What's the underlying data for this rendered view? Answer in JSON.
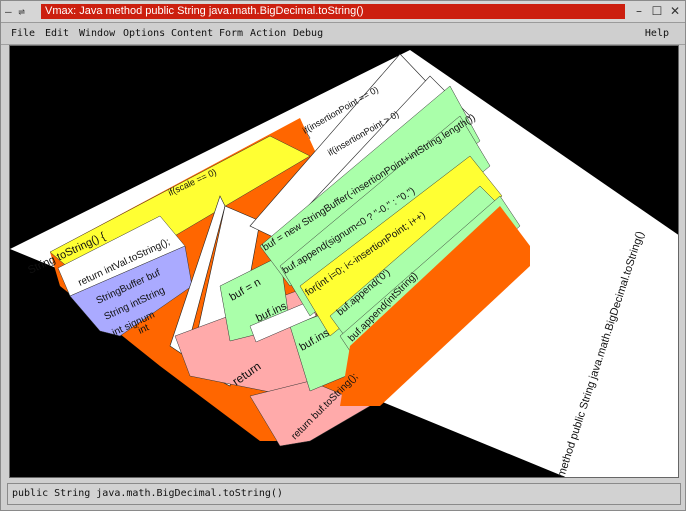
{
  "window": {
    "title": "Vmax: Java method public String java.math.BigDecimal.toString()",
    "controls": {
      "left": "— ⇌",
      "minimize": "–",
      "maximize": "☐",
      "close": "✕"
    }
  },
  "menu": {
    "file": "File",
    "edit": "Edit",
    "window": "Window",
    "options": "Options",
    "content": "Content",
    "form": "Form",
    "action": "Action",
    "debug": "Debug",
    "help": "Help"
  },
  "view": {
    "floor_label": "method public String java.math.BigDecimal.toString()",
    "labels": {
      "string_tostring": "String toString() {",
      "if_scale": "if(scale == 0)",
      "return_intval": "return intVal.toString();",
      "stringbuffer": "StringBuffer buf",
      "string_intstring": "String intString",
      "int_signum": "int signum",
      "int_short": "int",
      "if_insertion_1": "if(insertionPoint == 0)",
      "if_insertion_2": "if(insertionPoint > 0)",
      "buf_new": "buf = new StringBuffer(-insertionPoint+intString.length())",
      "buf_append_signum": "buf.append(signum<0 ? \"-0.\" : \"0.\")",
      "for_loop": "for(int i=0; i<-insertionPoint; i++)",
      "buf_append_zero": "buf.append('0')",
      "buf_append_intstring": "buf.append(intString)",
      "buf_short": "buf = n",
      "buf_ins": "buf.ins",
      "buf_ins2": "buf.ins",
      "return_word": "return",
      "return_buf": "return buf.toString();"
    }
  },
  "status": {
    "text": "public String java.math.BigDecimal.toString()"
  }
}
